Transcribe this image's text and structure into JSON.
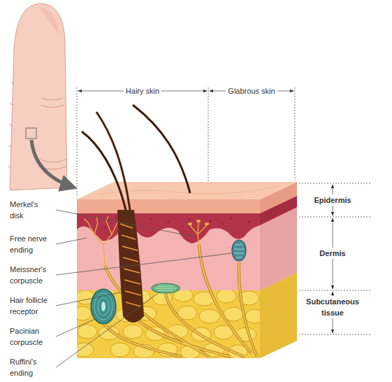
{
  "diagram": {
    "labels": [
      "Hairy skin",
      "Glabrous skin",
      "Epidermis",
      "Dermis",
      "Subcutaneous tissue",
      "Merkel's disk",
      "Free nerve ending",
      "Meissner's corpuscle",
      "Hair follicle receptor",
      "Pacinian corpuscle",
      "Ruffini's ending"
    ]
  }
}
